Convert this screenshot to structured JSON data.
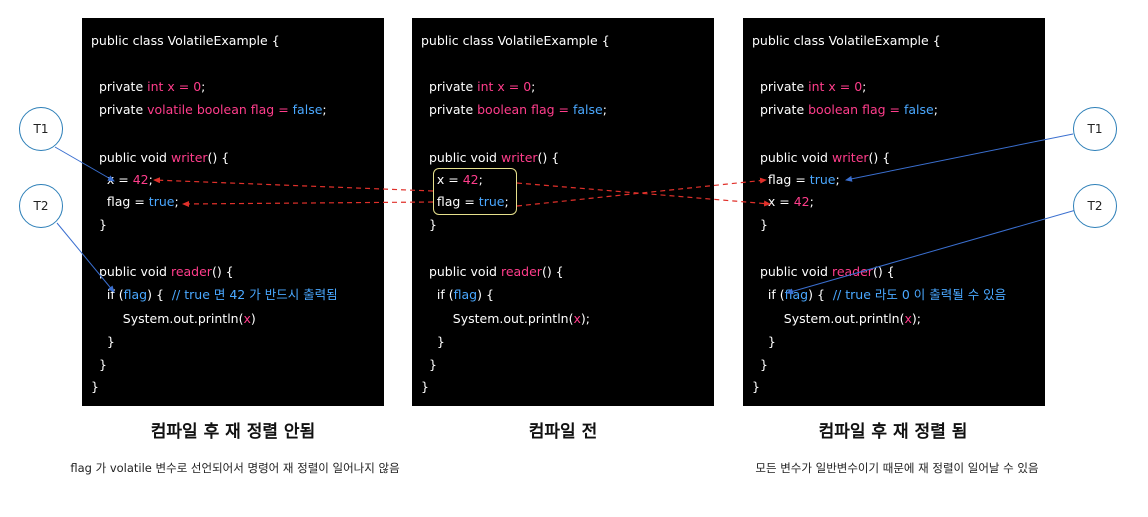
{
  "panels": {
    "left": {
      "lines": [
        [
          {
            "t": "public class VolatileExample {",
            "c": "white"
          }
        ],
        [
          {
            "t": "",
            "c": "white"
          }
        ],
        [
          {
            "t": "  private ",
            "c": "white"
          },
          {
            "t": "int x = 0",
            "c": "pink"
          },
          {
            "t": ";",
            "c": "white"
          }
        ],
        [
          {
            "t": "  private ",
            "c": "white"
          },
          {
            "t": "volatile boolean flag = ",
            "c": "pink"
          },
          {
            "t": "false",
            "c": "blue"
          },
          {
            "t": ";",
            "c": "white"
          }
        ],
        [
          {
            "t": "",
            "c": "white"
          }
        ],
        [
          {
            "t": "  public void ",
            "c": "white"
          },
          {
            "t": "writer",
            "c": "pink"
          },
          {
            "t": "() {",
            "c": "white"
          }
        ],
        [
          {
            "t": "    x = ",
            "c": "white"
          },
          {
            "t": "42",
            "c": "pink"
          },
          {
            "t": ";",
            "c": "white"
          }
        ],
        [
          {
            "t": "    flag = ",
            "c": "white"
          },
          {
            "t": "true",
            "c": "blue"
          },
          {
            "t": ";",
            "c": "white"
          }
        ],
        [
          {
            "t": "  }",
            "c": "white"
          }
        ],
        [
          {
            "t": "",
            "c": "white"
          }
        ],
        [
          {
            "t": "  public void ",
            "c": "white"
          },
          {
            "t": "reader",
            "c": "pink"
          },
          {
            "t": "() {",
            "c": "white"
          }
        ],
        [
          {
            "t": "    if (",
            "c": "white"
          },
          {
            "t": "flag",
            "c": "blue"
          },
          {
            "t": ") {  ",
            "c": "white"
          },
          {
            "t": "// true 면 42 가 반드시 출력됨",
            "c": "blue"
          }
        ],
        [
          {
            "t": "        System.out.println(",
            "c": "white"
          },
          {
            "t": "x",
            "c": "pink"
          },
          {
            "t": ")",
            "c": "white"
          }
        ],
        [
          {
            "t": "    }",
            "c": "white"
          }
        ],
        [
          {
            "t": "  }",
            "c": "white"
          }
        ],
        [
          {
            "t": "}",
            "c": "white"
          }
        ]
      ]
    },
    "mid": {
      "lines": [
        [
          {
            "t": "public class VolatileExample {",
            "c": "white"
          }
        ],
        [
          {
            "t": "",
            "c": "white"
          }
        ],
        [
          {
            "t": "  private ",
            "c": "white"
          },
          {
            "t": "int x = 0",
            "c": "pink"
          },
          {
            "t": ";",
            "c": "white"
          }
        ],
        [
          {
            "t": "  private ",
            "c": "white"
          },
          {
            "t": "boolean flag = ",
            "c": "pink"
          },
          {
            "t": "false",
            "c": "blue"
          },
          {
            "t": ";",
            "c": "white"
          }
        ],
        [
          {
            "t": "",
            "c": "white"
          }
        ],
        [
          {
            "t": "  public void ",
            "c": "white"
          },
          {
            "t": "writer",
            "c": "pink"
          },
          {
            "t": "() {",
            "c": "white"
          }
        ],
        [
          {
            "t": "    x = ",
            "c": "white"
          },
          {
            "t": "42",
            "c": "pink"
          },
          {
            "t": ";",
            "c": "white"
          }
        ],
        [
          {
            "t": "    flag = ",
            "c": "white"
          },
          {
            "t": "true",
            "c": "blue"
          },
          {
            "t": ";",
            "c": "white"
          }
        ],
        [
          {
            "t": "  }",
            "c": "white"
          }
        ],
        [
          {
            "t": "",
            "c": "white"
          }
        ],
        [
          {
            "t": "  public void ",
            "c": "white"
          },
          {
            "t": "reader",
            "c": "pink"
          },
          {
            "t": "() {",
            "c": "white"
          }
        ],
        [
          {
            "t": "    if (",
            "c": "white"
          },
          {
            "t": "flag",
            "c": "blue"
          },
          {
            "t": ") {",
            "c": "white"
          }
        ],
        [
          {
            "t": "        System.out.println(",
            "c": "white"
          },
          {
            "t": "x",
            "c": "pink"
          },
          {
            "t": ");",
            "c": "white"
          }
        ],
        [
          {
            "t": "    }",
            "c": "white"
          }
        ],
        [
          {
            "t": "  }",
            "c": "white"
          }
        ],
        [
          {
            "t": "}",
            "c": "white"
          }
        ]
      ]
    },
    "right": {
      "lines": [
        [
          {
            "t": "public class VolatileExample {",
            "c": "white"
          }
        ],
        [
          {
            "t": "",
            "c": "white"
          }
        ],
        [
          {
            "t": "  private ",
            "c": "white"
          },
          {
            "t": "int x = 0",
            "c": "pink"
          },
          {
            "t": ";",
            "c": "white"
          }
        ],
        [
          {
            "t": "  private ",
            "c": "white"
          },
          {
            "t": "boolean flag = ",
            "c": "pink"
          },
          {
            "t": "false",
            "c": "blue"
          },
          {
            "t": ";",
            "c": "white"
          }
        ],
        [
          {
            "t": "",
            "c": "white"
          }
        ],
        [
          {
            "t": "  public void ",
            "c": "white"
          },
          {
            "t": "writer",
            "c": "pink"
          },
          {
            "t": "() {",
            "c": "white"
          }
        ],
        [
          {
            "t": "    flag = ",
            "c": "white"
          },
          {
            "t": "true",
            "c": "blue"
          },
          {
            "t": ";",
            "c": "white"
          }
        ],
        [
          {
            "t": "    x = ",
            "c": "white"
          },
          {
            "t": "42",
            "c": "pink"
          },
          {
            "t": ";",
            "c": "white"
          }
        ],
        [
          {
            "t": "  }",
            "c": "white"
          }
        ],
        [
          {
            "t": "",
            "c": "white"
          }
        ],
        [
          {
            "t": "  public void ",
            "c": "white"
          },
          {
            "t": "reader",
            "c": "pink"
          },
          {
            "t": "() {",
            "c": "white"
          }
        ],
        [
          {
            "t": "    if (",
            "c": "white"
          },
          {
            "t": "flag",
            "c": "blue"
          },
          {
            "t": ") {  ",
            "c": "white"
          },
          {
            "t": "// true 라도 0 이 출력될 수 있음",
            "c": "blue"
          }
        ],
        [
          {
            "t": "        System.out.println(",
            "c": "white"
          },
          {
            "t": "x",
            "c": "pink"
          },
          {
            "t": ");",
            "c": "white"
          }
        ],
        [
          {
            "t": "    }",
            "c": "white"
          }
        ],
        [
          {
            "t": "  }",
            "c": "white"
          }
        ],
        [
          {
            "t": "}",
            "c": "white"
          }
        ]
      ]
    }
  },
  "captions": {
    "left": "컴파일 후 재 정렬 안됨",
    "mid": "컴파일 전",
    "right": "컴파일 후 재 정렬 됨"
  },
  "notes": {
    "left": "flag 가 volatile 변수로 선언되어서 명령어 재 정렬이 일어나지 않음",
    "right": "모든 변수가 일반변수이기 때문에 재 정렬이 일어날 수 있음"
  },
  "threads": {
    "left_t1": "T1",
    "left_t2": "T2",
    "right_t1": "T1",
    "right_t2": "T2"
  },
  "colors": {
    "keyword_pink": "#ff3d8b",
    "literal_blue": "#4aa8ff",
    "arrow_red": "#e0302a",
    "arrow_blue": "#3a6fd0",
    "highlight_box": "#e6e08c"
  }
}
